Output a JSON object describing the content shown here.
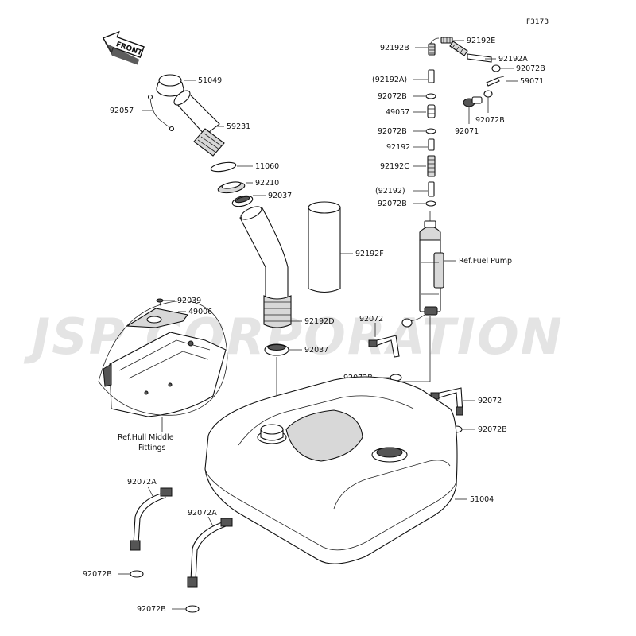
{
  "figure_code": "F3173",
  "front_arrow": "FRONT",
  "watermark": "JSP CORPORATION",
  "labels": {
    "p51049": "51049",
    "p92057": "92057",
    "p59231": "59231",
    "p11060": "11060",
    "p92210": "92210",
    "p92037a": "92037",
    "p92192F": "92192F",
    "p92039": "92039",
    "p49006": "49006",
    "p92192D": "92192D",
    "p92037b": "92037",
    "hull_line1": "Ref.Hull Middle",
    "hull_line2": "Fittings",
    "p92192B": "92192B",
    "p92192E": "92192E",
    "p92192A": "92192A",
    "p92072B_top": "92072B",
    "p59071": "59071",
    "p92192A_paren": "(92192A)",
    "p92072B_1": "92072B",
    "p49057": "49057",
    "p92072B_2": "92072B",
    "p92071": "92071",
    "p92072B_r": "92072B",
    "p92192": "92192",
    "p92192C": "92192C",
    "p92192_paren": "(92192)",
    "p92072B_3": "92072B",
    "fuel_pump": "Ref.Fuel Pump",
    "p92072_left": "92072",
    "p92072B_4": "92072B",
    "p92072_right": "92072",
    "p92072B_5": "92072B",
    "p51004": "51004",
    "p92072A_1": "92072A",
    "p92072A_2": "92072A",
    "p92072B_6": "92072B",
    "p92072B_7": "92072B"
  }
}
